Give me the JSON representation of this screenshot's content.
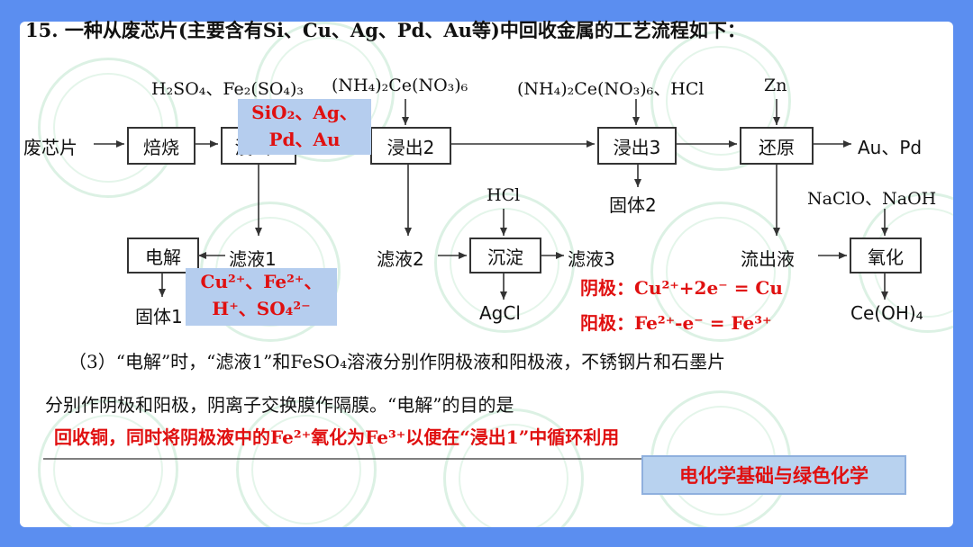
{
  "question": {
    "title": "15. 一种从废芯片(主要含有Si、Cu、Ag、Pd、Au等)中回收金属的工艺流程如下："
  },
  "reagents": {
    "r1": "H₂SO₄、Fe₂(SO₄)₃",
    "r2": "(NH₄)₂Ce(NO₃)₆",
    "r3": "(NH₄)₂Ce(NO₃)₆、HCl",
    "r4": "Zn",
    "hcl": "HCl",
    "naclo": "NaClO、NaOH"
  },
  "boxes": {
    "roast": "焙烧",
    "leach1": "浸出1",
    "leach2": "浸出2",
    "leach3": "浸出3",
    "reduce": "还原",
    "electro": "电解",
    "precip": "沉淀",
    "oxid": "氧化"
  },
  "labels": {
    "raw": "废芯片",
    "product": "Au、Pd",
    "solid2": "固体2",
    "filtrate1": "滤液1",
    "filtrate2": "滤液2",
    "filtrate3": "滤液3",
    "effluent": "流出液",
    "solid1": "固体1",
    "agcl": "AgCl",
    "ceoh": "Ce(OH)₄"
  },
  "overlays": {
    "solid_line1": "SiO₂、Ag、",
    "solid_line2": "Pd、Au",
    "ions_line1": "Cu²⁺、Fe²⁺、",
    "ions_line2": "H⁺、SO₄²⁻"
  },
  "electrodes": {
    "cathode": "阴极：Cu²⁺+2e⁻ = Cu",
    "anode": "阳极：Fe²⁺-e⁻ = Fe³⁺"
  },
  "sub_question": {
    "line1": "（3）“电解”时，“滤液1”和FeSO₄溶液分别作阴极液和阳极液，不锈钢片和石墨片",
    "line2": "分别作阴极和阳极，阴离子交换膜作隔膜。“电解”的目的是",
    "answer": "回收铜，同时将阴极液中的Fe²⁺氧化为Fe³⁺以便在“浸出1”中循环利用",
    "end_mark": "。"
  },
  "tag": "电化学基础与绿色化学"
}
